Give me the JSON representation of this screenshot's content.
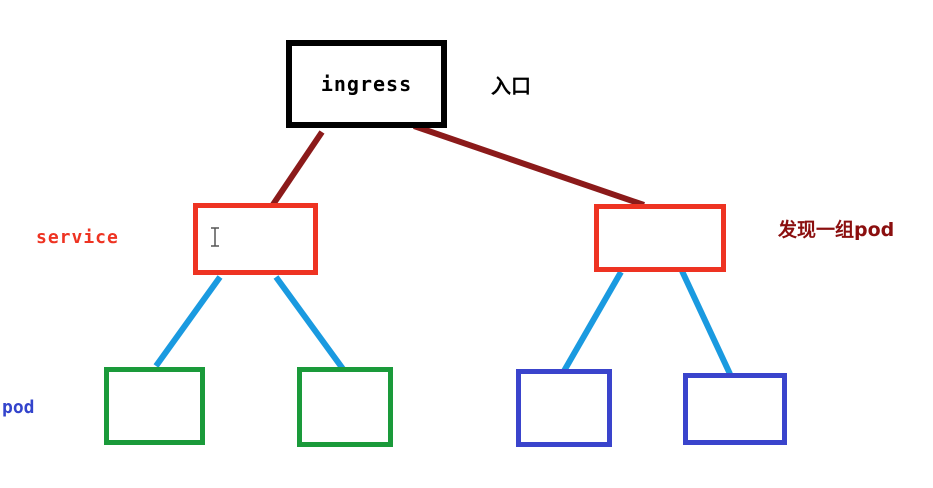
{
  "diagram": {
    "ingress_label": "ingress",
    "entry_label": "入口",
    "service_label": "service",
    "discover_label": "发现一组pod",
    "pod_label": "pod"
  },
  "colors": {
    "ingress_border": "#000000",
    "service_border": "#ee3322",
    "ingress_link": "#8b1a1a",
    "pod_link": "#1a9ae0",
    "pod_green": "#1a9a3a",
    "pod_blue": "#3a44cc",
    "discover_text": "#8b0f0f",
    "pod_text": "#3344cc"
  }
}
